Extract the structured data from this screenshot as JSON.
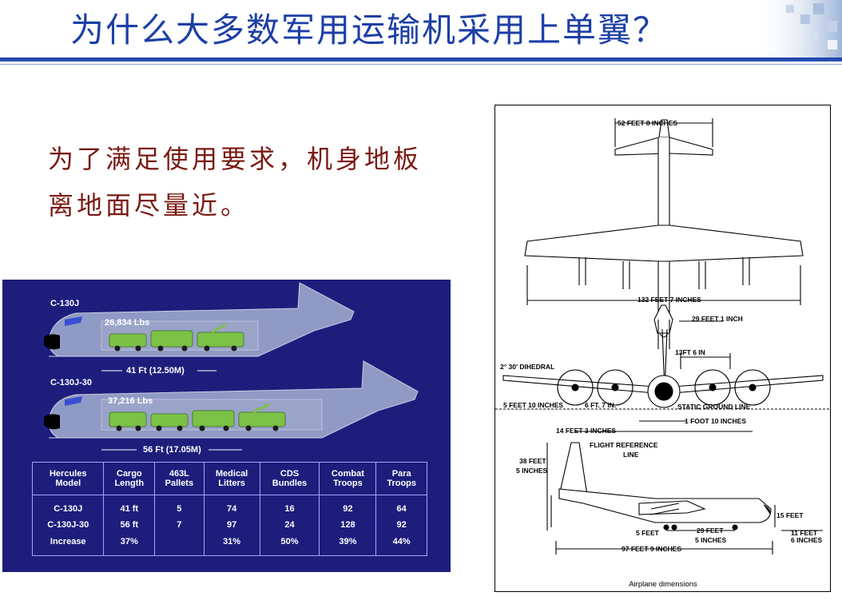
{
  "title": "为什么大多数军用运输机采用上单翼？",
  "body_text": "为了满足使用要求，机身地板离地面尽量近。",
  "c130_panel": {
    "plane1_label": "C-130J",
    "plane1_weight": "26,834 Lbs",
    "plane1_length": "41 Ft (12.50M)",
    "plane2_label": "C-130J-30",
    "plane2_weight": "37,216 Lbs",
    "plane2_length": "56 Ft (17.05M)",
    "table": {
      "headers": [
        [
          "Hercules",
          "Model"
        ],
        [
          "Cargo",
          "Length"
        ],
        [
          "463L",
          "Pallets"
        ],
        [
          "Medical",
          "Litters"
        ],
        [
          "CDS",
          "Bundles"
        ],
        [
          "Combat",
          "Troops"
        ],
        [
          "Para",
          "Troops"
        ]
      ],
      "rows": [
        [
          "C-130J",
          "41 ft",
          "5",
          "74",
          "16",
          "92",
          "64"
        ],
        [
          "C-130J-30",
          "56 ft",
          "7",
          "97",
          "24",
          "128",
          "92"
        ],
        [
          "Increase",
          "37%",
          "",
          "31%",
          "50%",
          "39%",
          "44%"
        ]
      ]
    }
  },
  "drawing": {
    "dims": {
      "h_span": "52 FEET 8 INCHES",
      "wingspan": "132 FEET 7 INCHES",
      "fin_width": "29 FEET 1 INCH",
      "prop": "13FT 6 IN",
      "dihedral": "2° 30' DIHEDRAL",
      "engine_out": "5 FEET 10 INCHES",
      "engine_in": "6 FT. 7 IN.",
      "ground_line": "STATIC GROUND LINE",
      "gear_height": "1 FOOT 10 INCHES",
      "track": "14 FEET 3 INCHES",
      "flight_ref": "FLIGHT REFERENCE",
      "flight_ref2": "LINE",
      "height1": "38 FEET",
      "height2": "5 INCHES",
      "nose_height": "15 FEET",
      "gear_front": "5 FEET",
      "wheelbase1": "29 FEET",
      "wheelbase2": "5 INCHES",
      "nose1": "11 FEET",
      "nose2": "6 INCHES",
      "length": "97 FEET 9 INCHES"
    },
    "caption": "Airplane dimensions"
  }
}
